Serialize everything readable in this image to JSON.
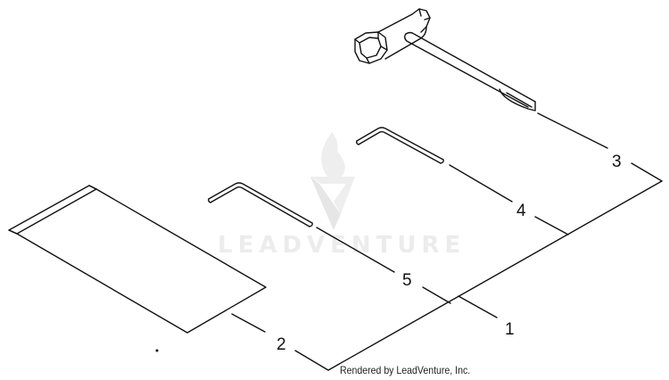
{
  "watermark": {
    "brand": "LEADVENTURE",
    "icon": "flame-v-logo-icon",
    "color": "#ececec"
  },
  "footer": {
    "text": "Rendered by LeadVenture, Inc."
  },
  "callouts": [
    {
      "id": "1",
      "label": "1",
      "part": "parts-bag-assembly"
    },
    {
      "id": "2",
      "label": "2",
      "part": "manual-sheet"
    },
    {
      "id": "3",
      "label": "3",
      "part": "t-socket-wrench"
    },
    {
      "id": "4",
      "label": "4",
      "part": "hex-key-small"
    },
    {
      "id": "5",
      "label": "5",
      "part": "hex-key-large"
    }
  ],
  "colors": {
    "line": "#111111",
    "background": "#ffffff"
  }
}
